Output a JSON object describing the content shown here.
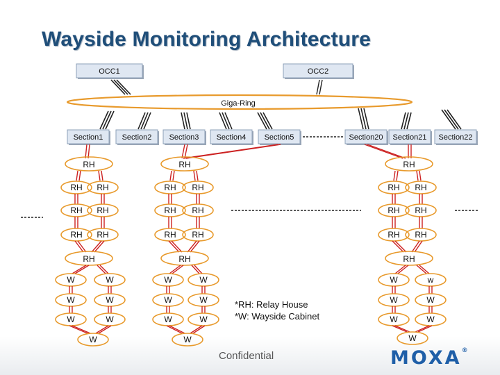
{
  "title": "Wayside Monitoring Architecture",
  "occ": [
    "OCC1",
    "OCC2"
  ],
  "ring_label": "Giga-Ring",
  "sections": [
    "Section1",
    "Section2",
    "Section3",
    "Section4",
    "Section5",
    "Section20",
    "Section21",
    "Section22"
  ],
  "rh_label": "RH",
  "w_label": "W",
  "w_label_lower": "w",
  "note_lines": [
    "*RH: Relay House",
    "*W: Wayside Cabinet"
  ],
  "footer": "Confidential",
  "logo": "MOXA",
  "colors": {
    "ring": "#e89a2c",
    "box_fill": "#dfe7f2",
    "box_stroke": "#8ea0b8",
    "link_red": "#cc2222",
    "link_black": "#222222",
    "title": "#1f4e79",
    "brand": "#1f5fa8"
  }
}
